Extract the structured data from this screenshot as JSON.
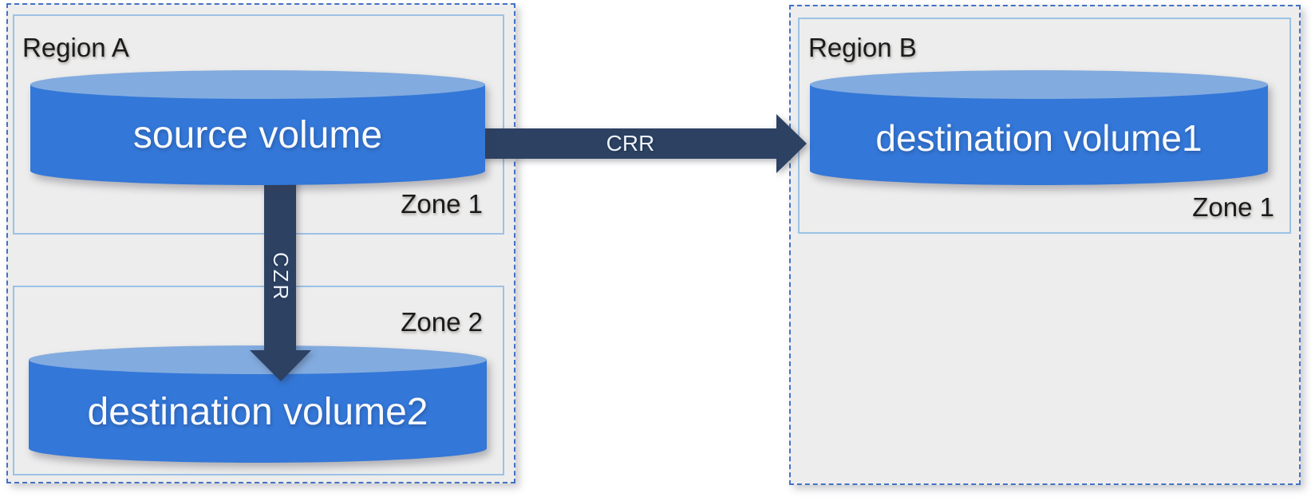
{
  "regions": {
    "a": {
      "label": "Region A",
      "zone1": {
        "label": "Zone 1"
      },
      "zone2": {
        "label": "Zone 2"
      }
    },
    "b": {
      "label": "Region B",
      "zone1": {
        "label": "Zone 1"
      }
    }
  },
  "volumes": {
    "source": {
      "label": "source volume"
    },
    "destination1": {
      "label": "destination volume1"
    },
    "destination2": {
      "label": "destination volume2"
    }
  },
  "arrows": {
    "crr": {
      "label": "CRR"
    },
    "czr": {
      "label": "CZR"
    }
  },
  "colors": {
    "region_fill": "#EDEDED",
    "region_border": "#4472C4",
    "zone_border": "#9CC2E5",
    "cylinder_body": "#3377D8",
    "cylinder_top": "#82ABDF",
    "arrow": "#2D4163",
    "label_text": "#1B1B1B",
    "volume_text": "#F8FAFD"
  }
}
